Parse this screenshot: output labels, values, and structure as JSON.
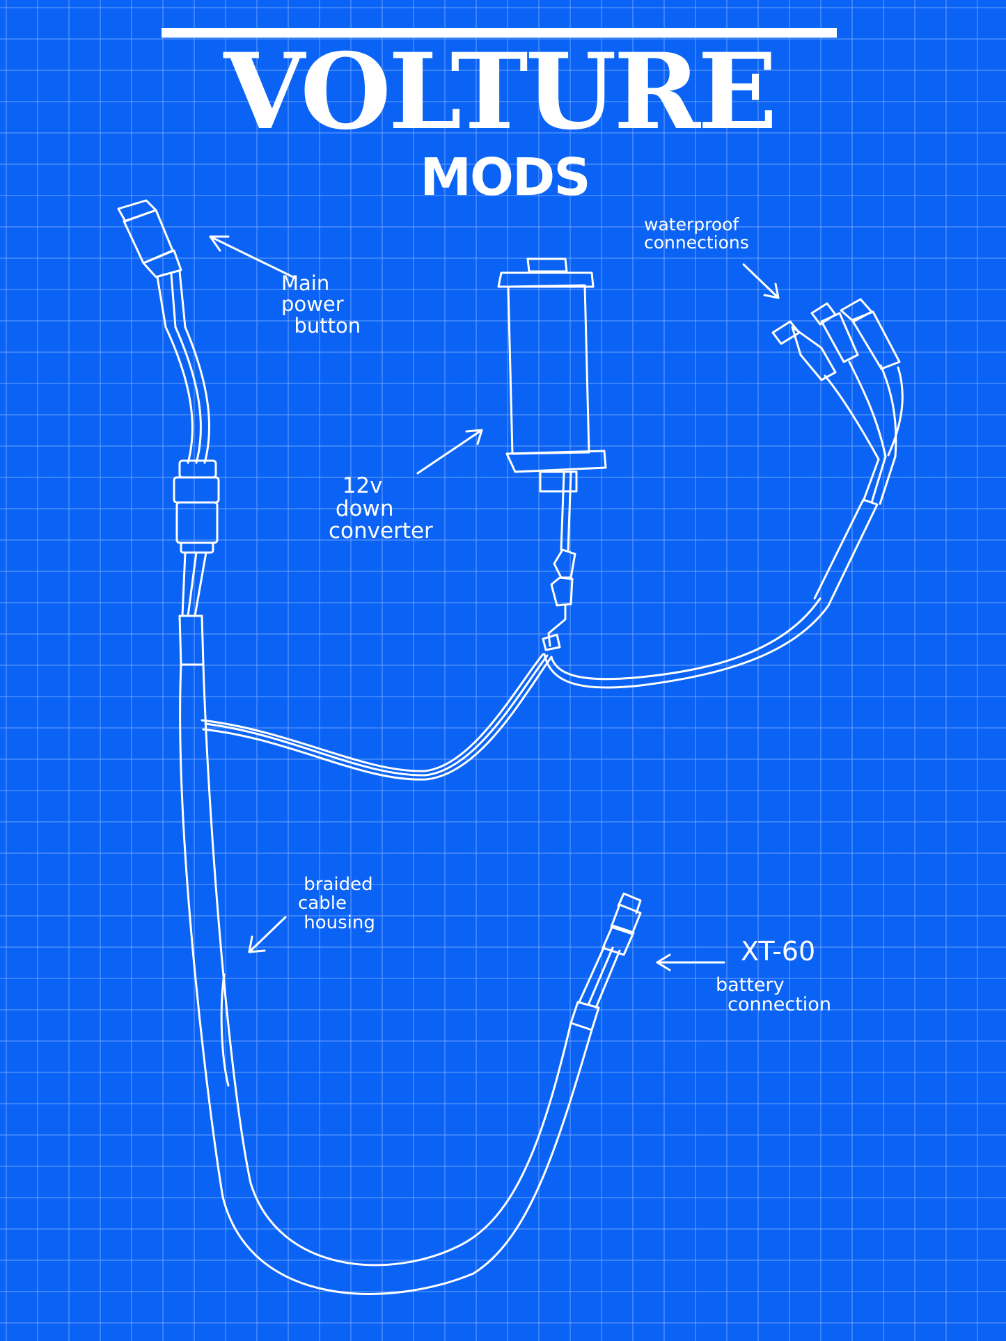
{
  "brand": {
    "name": "VOLTURE",
    "sub": "MODS"
  },
  "labels": {
    "main_power": "Main\npower\n  button",
    "waterproof": "waterproof\nconnections",
    "converter": "  12v\n down\nconverter",
    "braided": " braided\ncable\n housing",
    "xt60_title": "XT-60",
    "xt60_sub": "battery\n  connection"
  },
  "colors": {
    "background": "#0a63f5",
    "grid": "#78aaff",
    "ink": "#ffffff"
  }
}
